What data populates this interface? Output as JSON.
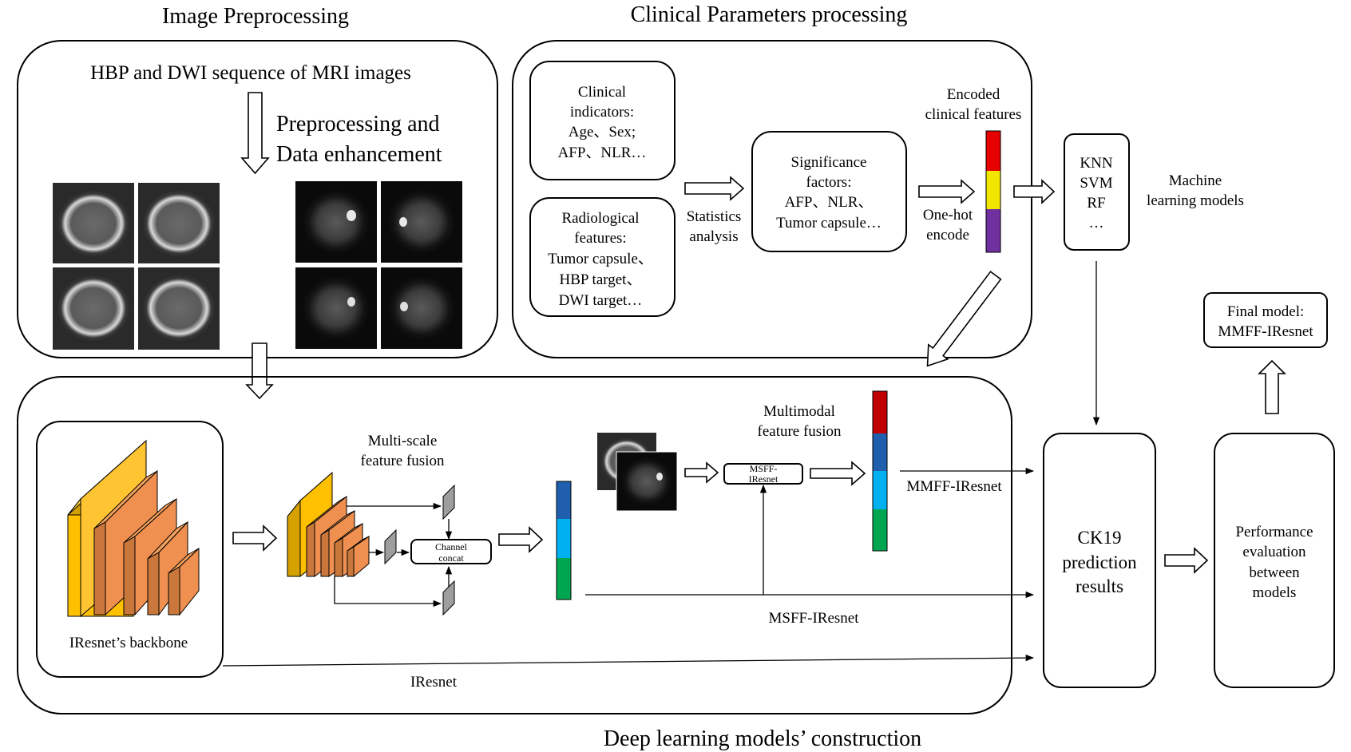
{
  "sections": {
    "image_preprocessing": "Image Preprocessing",
    "clinical_processing": "Clinical Parameters processing",
    "deep_learning": "Deep learning models’ construction"
  },
  "image_panel": {
    "sequence_title": "HBP and DWI sequence of MRI images",
    "preprocessing_line1": "Preprocessing and",
    "preprocessing_line2": "Data enhancement"
  },
  "clinical_panel": {
    "clinical_indicators": [
      "Clinical",
      "indicators:",
      "Age、Sex;",
      "AFP、NLR…"
    ],
    "radiological_features": [
      "Radiological",
      "features:",
      "Tumor capsule、",
      "HBP target、",
      "DWI target…"
    ],
    "statistics_analysis": [
      "Statistics",
      "analysis"
    ],
    "significance_factors": [
      "Significance",
      "factors:",
      "AFP、NLR、",
      "Tumor capsule…"
    ],
    "encoded_features": [
      "Encoded",
      "clinical features"
    ],
    "one_hot": [
      "One-hot",
      "encode"
    ],
    "encoded_colors": [
      "#e60000",
      "#f2e600",
      "#7030a0"
    ]
  },
  "ml_models": {
    "list": [
      "KNN",
      "SVM",
      "RF",
      "…"
    ],
    "label": [
      "Machine",
      "learning models"
    ]
  },
  "final_model": [
    "Final model:",
    "MMFF-IResnet"
  ],
  "dl_panel": {
    "backbone_label": "IResnet’s backbone",
    "multiscale": [
      "Multi-scale",
      "feature fusion"
    ],
    "channel_concat": [
      "Channel",
      "concat"
    ],
    "multimodal": [
      "Multimodal",
      "feature fusion"
    ],
    "msff_box": [
      "MSFF-",
      "IResnet"
    ],
    "fused_colors": [
      "#1f5fad",
      "#00b0f0",
      "#00a650"
    ],
    "multimodal_colors": [
      "#c00000",
      "#1f5fad",
      "#00b0f0",
      "#00a650"
    ]
  },
  "routes": {
    "mmff": "MMFF-IResnet",
    "msff": "MSFF-IResnet",
    "iresnet": "IResnet"
  },
  "results": [
    "CK19",
    "prediction",
    "results"
  ],
  "performance": [
    "Performance",
    "evaluation",
    "between",
    "models"
  ]
}
